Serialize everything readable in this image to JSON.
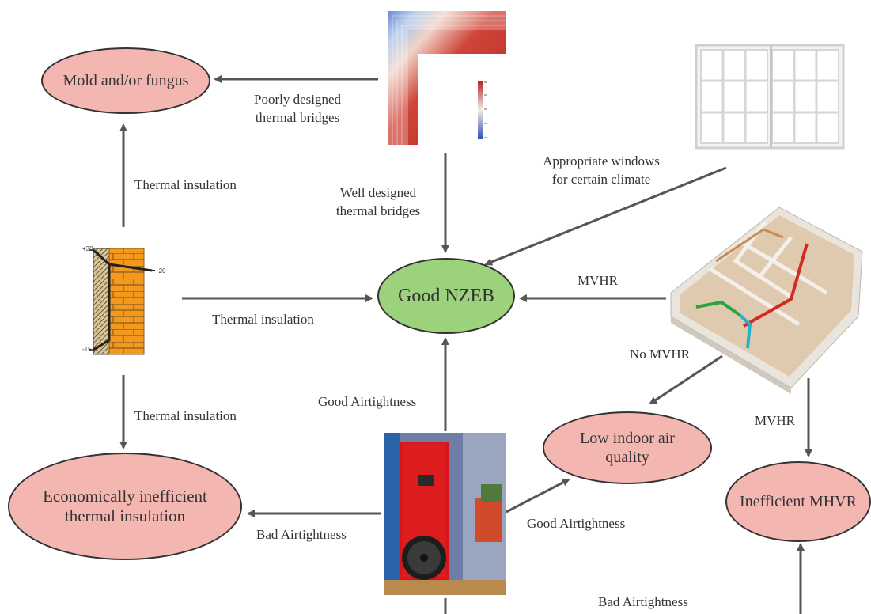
{
  "nodes": {
    "mold": "Mold and/or fungus",
    "good_nzeb": "Good NZEB",
    "econ_inefficient": "Economically inefficient thermal insulation",
    "low_iaq": "Low indoor air quality",
    "inefficient_mhvr": "Inefficient MHVR"
  },
  "edges": {
    "poorly_designed": [
      "Poorly designed",
      "thermal bridges"
    ],
    "well_designed": [
      "Well designed",
      "thermal bridges"
    ],
    "appropriate_windows": [
      "Appropriate windows",
      "for certain climate"
    ],
    "thermal_insulation_up": "Thermal insulation",
    "thermal_insulation_right": "Thermal insulation",
    "thermal_insulation_down": "Thermal insulation",
    "mvhr_left": "MVHR",
    "no_mvhr": "No MVHR",
    "mvhr_down": "MVHR",
    "good_airtightness_up": "Good Airtightness",
    "good_airtightness_right": "Good Airtightness",
    "bad_airtightness_left": "Bad Airtightness",
    "bad_airtightness_bottom": "Bad Airtightness"
  },
  "wall_diagram": {
    "top_value": "+30",
    "right_value": "+20",
    "bottom_value": "-15"
  },
  "colors": {
    "problem_node": "#f4b6b0",
    "goal_node": "#9cd27c",
    "arrow": "#555555"
  }
}
